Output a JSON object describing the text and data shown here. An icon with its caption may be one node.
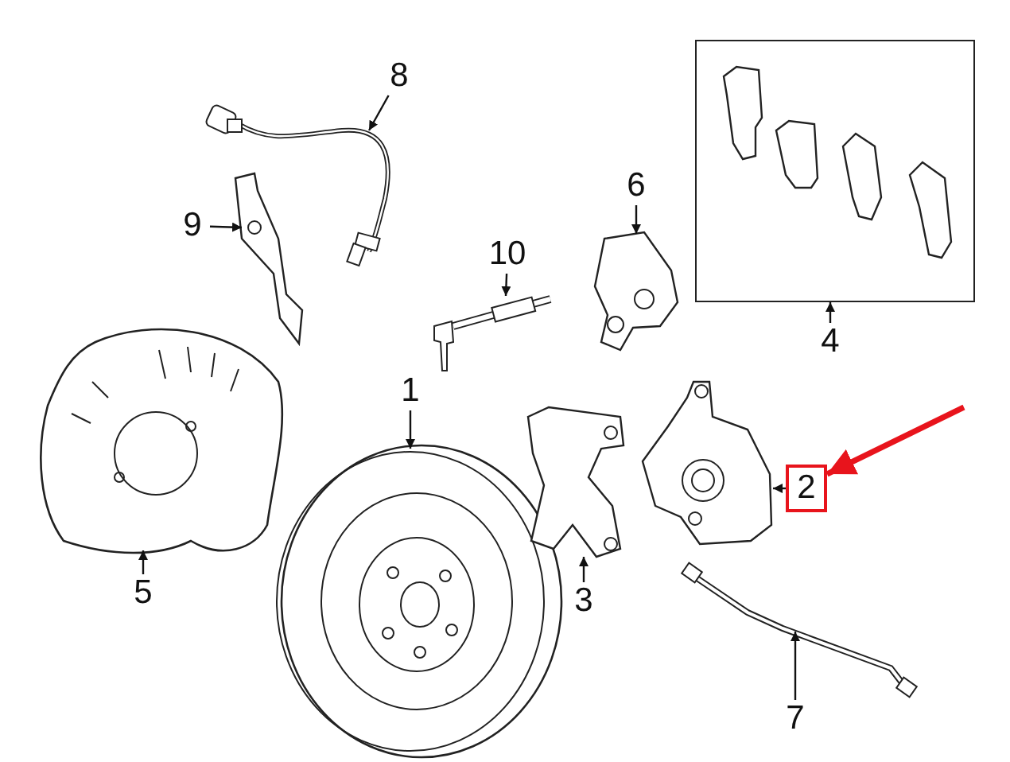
{
  "diagram": {
    "nodes": [
      {
        "text": [
          "8"
        ]
      },
      {
        "text": [],
        "shape": "picture"
      },
      {
        "text": [
          "9"
        ]
      },
      {
        "text": [],
        "shape": "picture"
      },
      {
        "text": [],
        "shape": "box"
      },
      {
        "text": [
          "6"
        ]
      },
      {
        "text": [],
        "shape": "picture"
      },
      {
        "text": [
          "10"
        ]
      },
      {
        "text": [],
        "shape": "picture"
      },
      {
        "text": [
          "4"
        ]
      },
      {
        "text": [
          "1"
        ]
      },
      {
        "text": [],
        "shape": "picture"
      },
      {
        "text": [],
        "shape": "picture"
      },
      {
        "text": [
          "5"
        ]
      },
      {
        "text": [],
        "shape": "picture"
      },
      {
        "text": [
          "3"
        ]
      },
      {
        "text": [],
        "shape": "picture"
      },
      {
        "text": [
          "2"
        ]
      },
      {
        "text": [],
        "shape": "picture"
      },
      {
        "text": [
          "7"
        ]
      }
    ],
    "edges": [
      {
        "from": 0,
        "to": 1,
        "arrow": "to"
      },
      {
        "from": 2,
        "to": 3,
        "arrow": "to"
      },
      {
        "from": 5,
        "to": 6,
        "arrow": "to"
      },
      {
        "from": 7,
        "to": 8,
        "arrow": "to"
      },
      {
        "from": 9,
        "to": 4,
        "arrow": "to"
      },
      {
        "from": 10,
        "to": 11,
        "arrow": "to"
      },
      {
        "from": 13,
        "to": 12,
        "arrow": "to"
      },
      {
        "from": 15,
        "to": 14,
        "arrow": "to"
      },
      {
        "from": 17,
        "to": 16,
        "arrow": "to"
      },
      {
        "from": 19,
        "to": 18,
        "arrow": "to"
      },
      {
        "from": null,
        "to": 17,
        "arrow": "to",
        "style": "thick",
        "color": "#e8141c"
      }
    ]
  }
}
